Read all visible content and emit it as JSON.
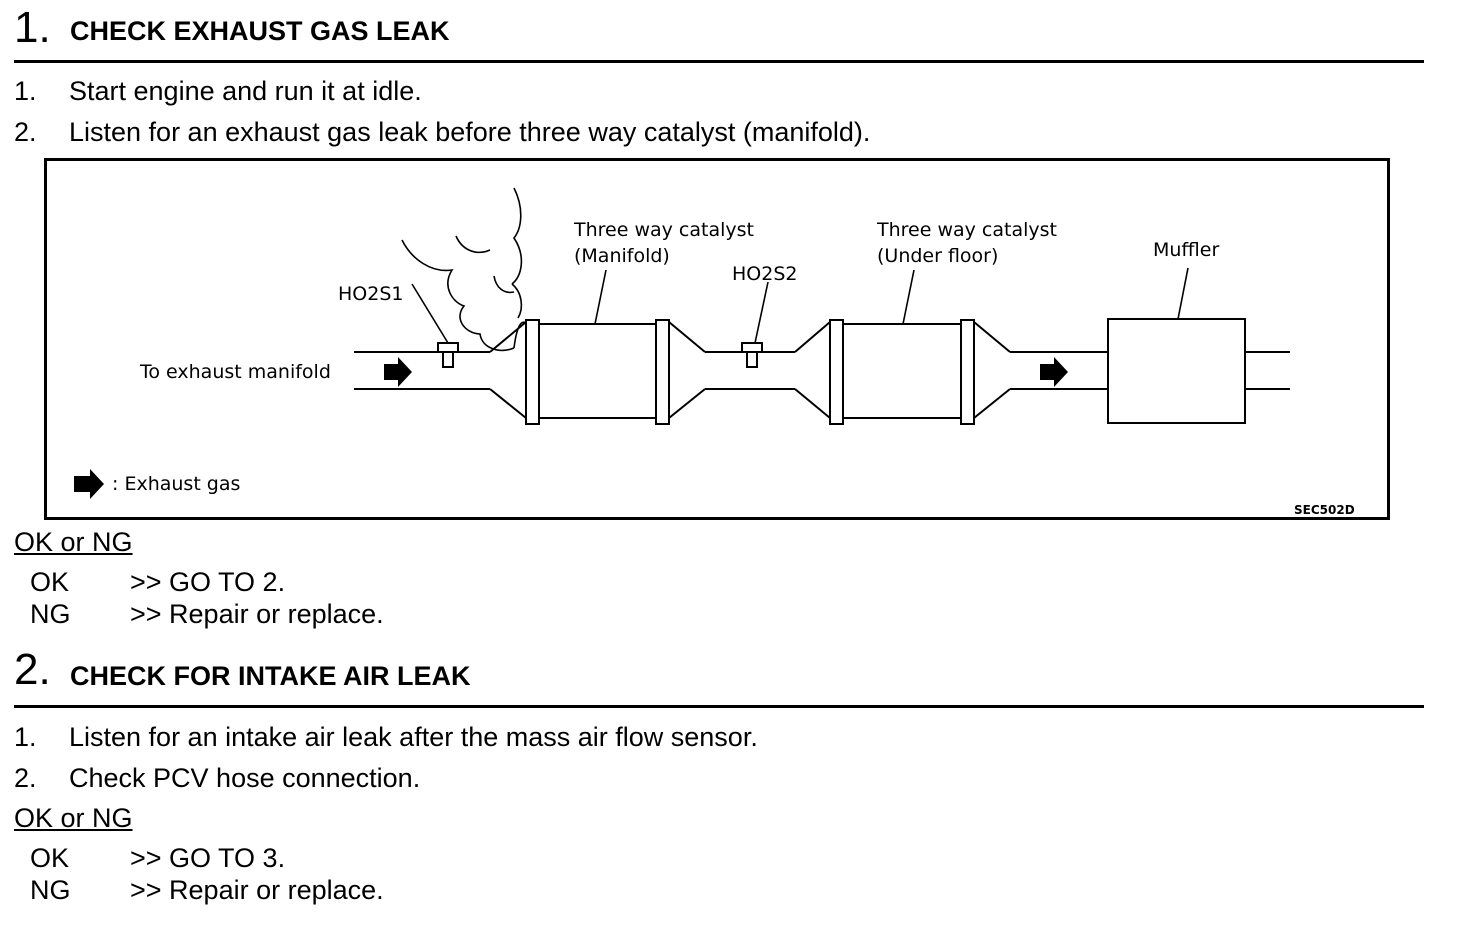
{
  "step1": {
    "number": "1.",
    "title": "CHECK EXHAUST GAS LEAK",
    "items": [
      {
        "num": "1.",
        "text": "Start engine and run it at idle."
      },
      {
        "num": "2.",
        "text": "Listen for an exhaust gas leak before three way catalyst (manifold)."
      }
    ],
    "diagram": {
      "to_manifold": "To exhaust manifold",
      "ho2s1": "HO2S1",
      "ho2s2": "HO2S2",
      "cat1_line1": "Three way catalyst",
      "cat1_line2": "(Manifold)",
      "cat2_line1": "Three way catalyst",
      "cat2_line2": "(Under floor)",
      "muffler": "Muffler",
      "legend": ": Exhaust gas",
      "code": "SEC502D"
    },
    "result_heading": "OK or NG",
    "results": [
      {
        "key": "OK",
        "text": ">> GO TO 2."
      },
      {
        "key": "NG",
        "text": ">> Repair or replace."
      }
    ]
  },
  "step2": {
    "number": "2.",
    "title": "CHECK FOR INTAKE AIR LEAK",
    "items": [
      {
        "num": "1.",
        "text": "Listen for an intake air leak after the mass air flow sensor."
      },
      {
        "num": "2.",
        "text": "Check PCV hose connection."
      }
    ],
    "result_heading": "OK or NG",
    "results": [
      {
        "key": "OK",
        "text": ">> GO TO 3."
      },
      {
        "key": "NG",
        "text": ">> Repair or replace."
      }
    ]
  }
}
